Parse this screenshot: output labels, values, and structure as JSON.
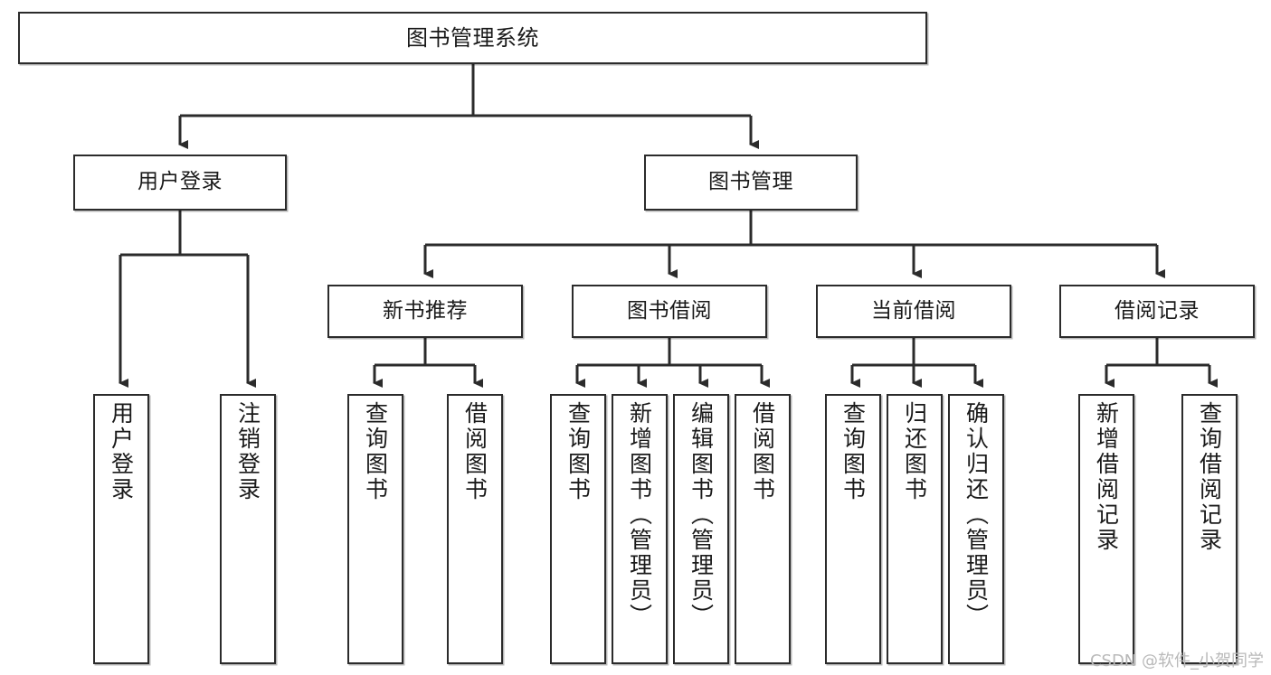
{
  "diagram": {
    "title": "图书管理系统",
    "type": "tree-hierarchy",
    "watermark": "CSDN @软件_小贺同学",
    "colors": {
      "box_border": "#2b2b2b",
      "box_fill": "#ffffff",
      "connector": "#2b2b2b",
      "text": "#1a1a1a",
      "watermark": "#b9b9b9"
    },
    "levels": {
      "level1": [
        {
          "id": "root",
          "label": "图书管理系统",
          "orientation": "horizontal"
        }
      ],
      "level2": [
        {
          "id": "user-login",
          "label": "用户登录",
          "orientation": "horizontal"
        },
        {
          "id": "book-manage",
          "label": "图书管理",
          "orientation": "horizontal"
        }
      ],
      "level3": [
        {
          "id": "new-book-recommend",
          "label": "新书推荐",
          "orientation": "horizontal",
          "parent": "book-manage"
        },
        {
          "id": "book-borrow",
          "label": "图书借阅",
          "orientation": "horizontal",
          "parent": "book-manage"
        },
        {
          "id": "current-borrow",
          "label": "当前借阅",
          "orientation": "horizontal",
          "parent": "book-manage"
        },
        {
          "id": "borrow-record",
          "label": "借阅记录",
          "orientation": "horizontal",
          "parent": "book-manage"
        }
      ],
      "level4": [
        {
          "id": "leaf-user-login",
          "label": "用户登录",
          "orientation": "vertical",
          "parent": "user-login"
        },
        {
          "id": "leaf-logout-login",
          "label": "注销登录",
          "orientation": "vertical",
          "parent": "user-login"
        },
        {
          "id": "leaf-query-book-1",
          "label": "查询图书",
          "orientation": "vertical",
          "parent": "new-book-recommend"
        },
        {
          "id": "leaf-borrow-book-1",
          "label": "借阅图书",
          "orientation": "vertical",
          "parent": "new-book-recommend"
        },
        {
          "id": "leaf-query-book-2",
          "label": "查询图书",
          "orientation": "vertical",
          "parent": "book-borrow"
        },
        {
          "id": "leaf-add-book",
          "label": "新增图书（管理员）",
          "orientation": "vertical",
          "parent": "book-borrow"
        },
        {
          "id": "leaf-edit-book",
          "label": "编辑图书（管理员）",
          "orientation": "vertical",
          "parent": "book-borrow"
        },
        {
          "id": "leaf-borrow-book-2",
          "label": "借阅图书",
          "orientation": "vertical",
          "parent": "book-borrow"
        },
        {
          "id": "leaf-query-book-3",
          "label": "查询图书",
          "orientation": "vertical",
          "parent": "current-borrow"
        },
        {
          "id": "leaf-return-book",
          "label": "归还图书",
          "orientation": "vertical",
          "parent": "current-borrow"
        },
        {
          "id": "leaf-confirm-return",
          "label": "确认归还（管理员）",
          "orientation": "vertical",
          "parent": "current-borrow"
        },
        {
          "id": "leaf-add-record",
          "label": "新增借阅记录",
          "orientation": "vertical",
          "parent": "borrow-record"
        },
        {
          "id": "leaf-query-record",
          "label": "查询借阅记录",
          "orientation": "vertical",
          "parent": "borrow-record"
        }
      ]
    }
  }
}
